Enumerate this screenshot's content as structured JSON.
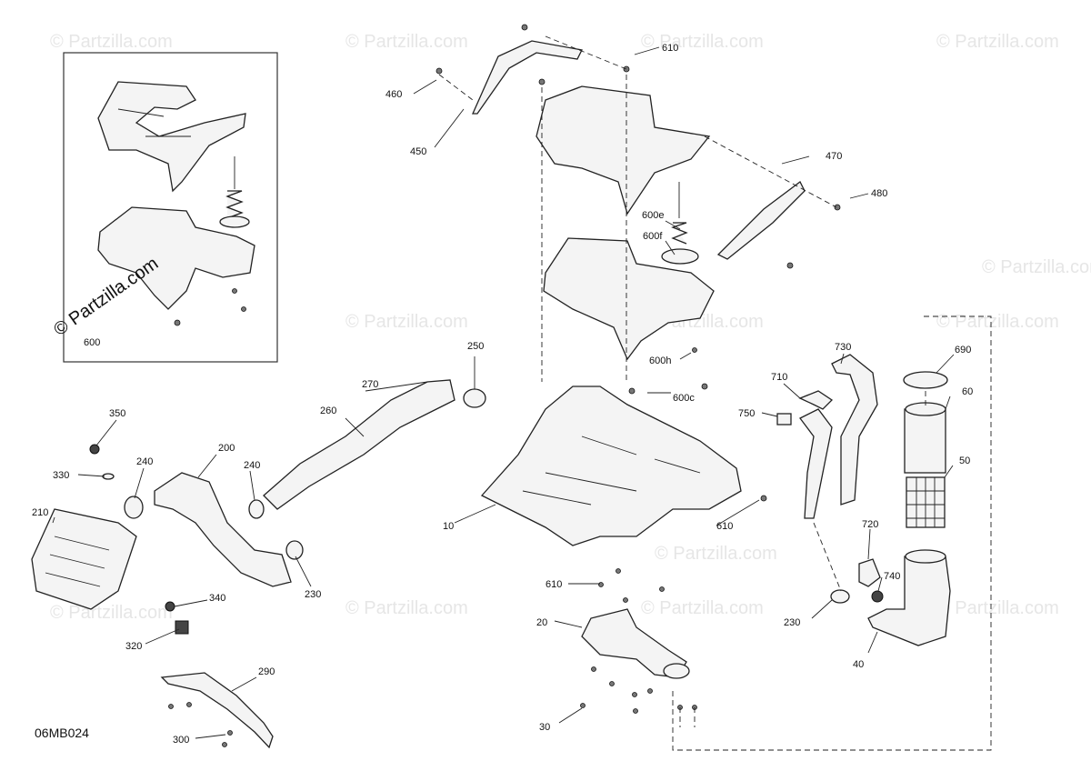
{
  "watermark": "© Partzilla.com",
  "inset": {
    "watermark": "© Partzilla.com",
    "label": "600"
  },
  "diagram_code": "06MB024",
  "callouts": {
    "c610a": "610",
    "c460": "460",
    "c450": "450",
    "c470": "470",
    "c480": "480",
    "c600e": "600e",
    "c600f": "600f",
    "c600h": "600h",
    "c600c": "600c",
    "c250": "250",
    "c270": "270",
    "c260": "260",
    "c350": "350",
    "c200": "200",
    "c240a": "240",
    "c240b": "240",
    "c330": "330",
    "c210": "210",
    "c340": "340",
    "c320": "320",
    "c230a": "230",
    "c290": "290",
    "c300": "300",
    "c10": "10",
    "c610b": "610",
    "c610c": "610",
    "c20": "20",
    "c30": "30",
    "c730": "730",
    "c710": "710",
    "c750": "750",
    "c690": "690",
    "c60": "60",
    "c50": "50",
    "c720": "720",
    "c740": "740",
    "c230b": "230",
    "c40": "40"
  }
}
